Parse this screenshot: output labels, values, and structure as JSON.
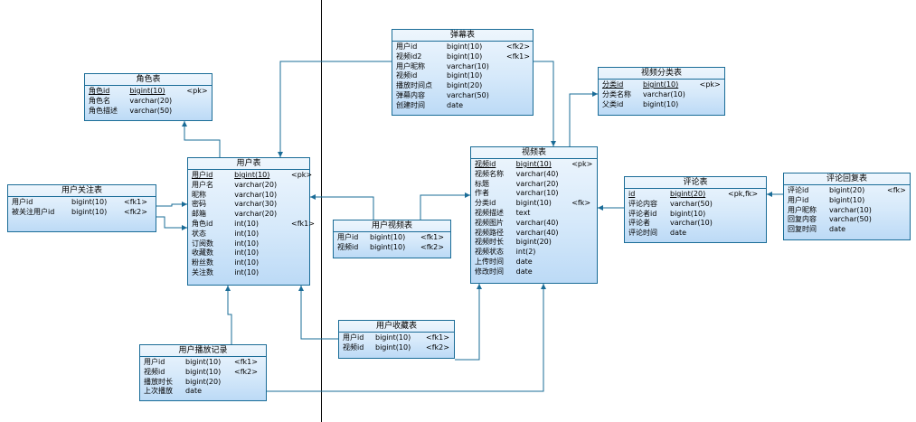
{
  "colors": {
    "border": "#1a6c97",
    "line": "#1a6c97",
    "fill_top": "#eef6fd",
    "fill_bottom": "#bcdaf6",
    "divider": "#000000"
  },
  "entities": {
    "danmu": {
      "title": "弹幕表",
      "rows": [
        {
          "name": "用户id",
          "type": "bigint(10)",
          "key": "<fk2>"
        },
        {
          "name": "视频id2",
          "type": "bigint(10)",
          "key": "<fk1>"
        },
        {
          "name": "用户昵称",
          "type": "varchar(10)",
          "key": ""
        },
        {
          "name": "视频id",
          "type": "bigint(10)",
          "key": ""
        },
        {
          "name": "播放时间点",
          "type": "bigint(20)",
          "key": ""
        },
        {
          "name": "弹幕内容",
          "type": "varchar(50)",
          "key": ""
        },
        {
          "name": "创建时间",
          "type": "date",
          "key": ""
        }
      ]
    },
    "role": {
      "title": "角色表",
      "rows": [
        {
          "name": "角色id",
          "type": "bigint(10)",
          "key": "<pk>",
          "pk": true
        },
        {
          "name": "角色名",
          "type": "varchar(20)",
          "key": ""
        },
        {
          "name": "角色描述",
          "type": "varchar(50)",
          "key": ""
        }
      ]
    },
    "category": {
      "title": "视频分类表",
      "rows": [
        {
          "name": "分类id",
          "type": "bigint(10)",
          "key": "<pk>",
          "pk": true
        },
        {
          "name": "分类名称",
          "type": "varchar(10)",
          "key": ""
        },
        {
          "name": "父类id",
          "type": "bigint(10)",
          "key": ""
        }
      ]
    },
    "user": {
      "title": "用户表",
      "rows": [
        {
          "name": "用户id",
          "type": "bigint(10)",
          "key": "<pk>",
          "pk": true
        },
        {
          "name": "用户名",
          "type": "varchar(20)",
          "key": ""
        },
        {
          "name": "昵称",
          "type": "varchar(10)",
          "key": ""
        },
        {
          "name": "密码",
          "type": "varchar(30)",
          "key": ""
        },
        {
          "name": "邮箱",
          "type": "varchar(20)",
          "key": ""
        },
        {
          "name": "角色id",
          "type": "int(10)",
          "key": "<fk1>"
        },
        {
          "name": "状态",
          "type": "int(10)",
          "key": ""
        },
        {
          "name": "订阅数",
          "type": "int(10)",
          "key": ""
        },
        {
          "name": "收藏数",
          "type": "int(10)",
          "key": ""
        },
        {
          "name": "粉丝数",
          "type": "int(10)",
          "key": ""
        },
        {
          "name": "关注数",
          "type": "int(10)",
          "key": ""
        }
      ]
    },
    "follow": {
      "title": "用户关注表",
      "rows": [
        {
          "name": "用户id",
          "type": "bigint(10)",
          "key": "<fk1>"
        },
        {
          "name": "被关注用户id",
          "type": "bigint(10)",
          "key": "<fk2>"
        }
      ]
    },
    "video": {
      "title": "视频表",
      "rows": [
        {
          "name": "视频id",
          "type": "bigint(10)",
          "key": "<pk>",
          "pk": true
        },
        {
          "name": "视频名称",
          "type": "varchar(40)",
          "key": ""
        },
        {
          "name": "标题",
          "type": "varchar(20)",
          "key": ""
        },
        {
          "name": "作者",
          "type": "varchar(10)",
          "key": ""
        },
        {
          "name": "分类id",
          "type": "bigint(10)",
          "key": "<fk>"
        },
        {
          "name": "视频描述",
          "type": "text",
          "key": ""
        },
        {
          "name": "视频图片",
          "type": "varchar(40)",
          "key": ""
        },
        {
          "name": "视频路径",
          "type": "varchar(40)",
          "key": ""
        },
        {
          "name": "视频时长",
          "type": "bigint(20)",
          "key": ""
        },
        {
          "name": "视频状态",
          "type": "int(2)",
          "key": ""
        },
        {
          "name": "上传时间",
          "type": "date",
          "key": ""
        },
        {
          "name": "修改时间",
          "type": "date",
          "key": ""
        }
      ]
    },
    "comment": {
      "title": "评论表",
      "rows": [
        {
          "name": "id",
          "type": "bigint(20)",
          "key": "<pk,fk>",
          "pk": true
        },
        {
          "name": "评论内容",
          "type": "varchar(50)",
          "key": ""
        },
        {
          "name": "评论者id",
          "type": "bigint(10)",
          "key": ""
        },
        {
          "name": "评论者",
          "type": "varchar(10)",
          "key": ""
        },
        {
          "name": "评论时间",
          "type": "date",
          "key": ""
        }
      ]
    },
    "reply": {
      "title": "评论回复表",
      "rows": [
        {
          "name": "评论id",
          "type": "bigint(20)",
          "key": "<fk>"
        },
        {
          "name": "用户id",
          "type": "bigint(10)",
          "key": ""
        },
        {
          "name": "用户昵称",
          "type": "varchar(10)",
          "key": ""
        },
        {
          "name": "回复内容",
          "type": "varchar(50)",
          "key": ""
        },
        {
          "name": "回复时间",
          "type": "date",
          "key": ""
        }
      ]
    },
    "uservideo": {
      "title": "用户视频表",
      "rows": [
        {
          "name": "用户id",
          "type": "bigint(10)",
          "key": "<fk1>"
        },
        {
          "name": "视频id",
          "type": "bigint(10)",
          "key": "<fk2>"
        }
      ]
    },
    "favorite": {
      "title": "用户收藏表",
      "rows": [
        {
          "name": "用户id",
          "type": "bigint(10)",
          "key": "<fk1>"
        },
        {
          "name": "视频id",
          "type": "bigint(10)",
          "key": "<fk2>"
        }
      ]
    },
    "playlog": {
      "title": "用户播放记录",
      "rows": [
        {
          "name": "用户id",
          "type": "bigint(10)",
          "key": "<fk1>"
        },
        {
          "name": "视频id",
          "type": "bigint(10)",
          "key": "<fk2>"
        },
        {
          "name": "播放时长",
          "type": "bigint(20)",
          "key": ""
        },
        {
          "name": "上次播放",
          "type": "date",
          "key": ""
        }
      ]
    }
  }
}
